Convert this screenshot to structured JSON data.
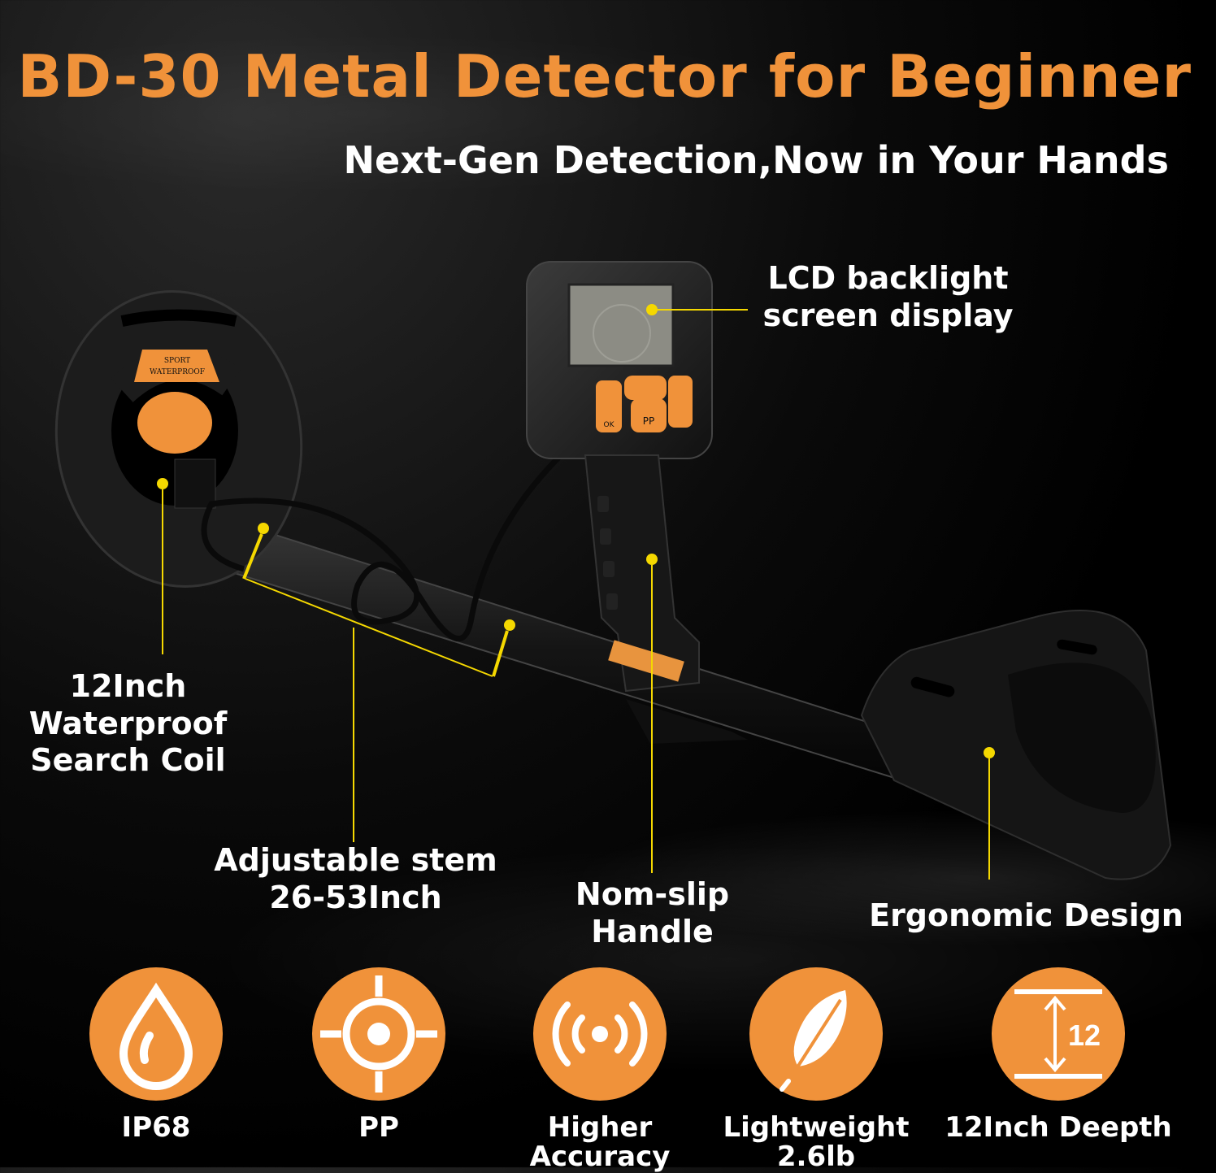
{
  "title": "BD-30 Metal Detector for Beginner",
  "subtitle": "Next-Gen Detection,Now in Your Hands",
  "callouts": {
    "lcd": [
      "LCD backlight",
      "screen display"
    ],
    "coil": [
      "12Inch",
      "Waterproof",
      "Search Coil"
    ],
    "stem": [
      "Adjustable stem",
      "26-53Inch"
    ],
    "handle": [
      "Nom-slip",
      "Handle"
    ],
    "ergonomic": [
      "Ergonomic Design"
    ]
  },
  "device_panel": {
    "buttons": [
      "OK",
      "PP"
    ],
    "coil_sticker": [
      "SPORT",
      "WATERPROOF"
    ]
  },
  "features": [
    {
      "icon": "water-drop-icon",
      "label": [
        "IP68"
      ]
    },
    {
      "icon": "target-icon",
      "label": [
        "PP"
      ]
    },
    {
      "icon": "signal-waves-icon",
      "label": [
        "Higher",
        "Accuracy"
      ]
    },
    {
      "icon": "feather-icon",
      "label": [
        "Lightweight",
        "2.6lb"
      ]
    },
    {
      "icon": "depth-gauge-icon",
      "label": [
        "12Inch Deepth"
      ],
      "gauge_value": "12"
    }
  ],
  "colors": {
    "accent": "#f0923a",
    "pointer": "#f5d800",
    "background": "#000000"
  }
}
